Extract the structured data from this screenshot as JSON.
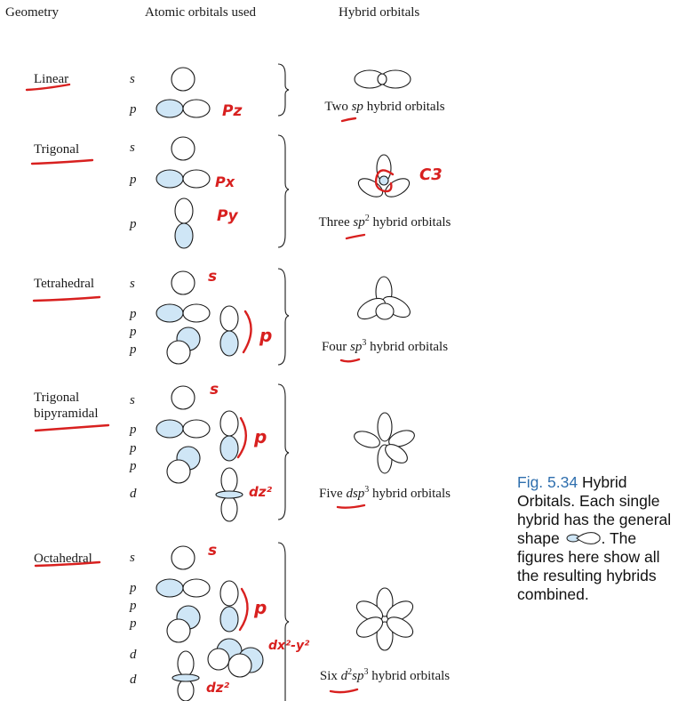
{
  "headers": {
    "geometry": "Geometry",
    "atomic": "Atomic orbitals used",
    "hybrid": "Hybrid orbitals"
  },
  "rows": [
    {
      "geometry": "Linear",
      "orbital_labels": [
        "s",
        "p"
      ],
      "hybrid": {
        "prefix": "Two ",
        "sym1": "sp",
        "sup1": "",
        "sym2": "",
        "sup2": "",
        "suffix": " hybrid orbitals"
      },
      "annotations": [
        "Pz"
      ]
    },
    {
      "geometry": "Trigonal",
      "orbital_labels": [
        "s",
        "p",
        "p"
      ],
      "hybrid": {
        "prefix": "Three ",
        "sym1": "sp",
        "sup1": "2",
        "sym2": "",
        "sup2": "",
        "suffix": " hybrid orbitals"
      },
      "annotations": [
        "Px",
        "Py",
        "C3"
      ]
    },
    {
      "geometry": "Tetrahedral",
      "orbital_labels": [
        "s",
        "p",
        "p",
        "p"
      ],
      "hybrid": {
        "prefix": "Four ",
        "sym1": "sp",
        "sup1": "3",
        "sym2": "",
        "sup2": "",
        "suffix": " hybrid orbitals"
      },
      "annotations": [
        "s",
        "p"
      ]
    },
    {
      "geometry_lines": [
        "Trigonal",
        "bipyramidal"
      ],
      "orbital_labels": [
        "s",
        "p",
        "p",
        "p",
        "d"
      ],
      "hybrid": {
        "prefix": "Five ",
        "sym1": "dsp",
        "sup1": "3",
        "sym2": "",
        "sup2": "",
        "suffix": " hybrid orbitals"
      },
      "annotations": [
        "s",
        "p",
        "dz²"
      ]
    },
    {
      "geometry": "Octahedral",
      "orbital_labels": [
        "s",
        "p",
        "p",
        "p",
        "d",
        "d"
      ],
      "hybrid": {
        "prefix": "Six ",
        "sym1": "d",
        "sup1": "2",
        "sym2": "sp",
        "sup2": "3",
        "suffix": " hybrid orbitals"
      },
      "annotations": [
        "s",
        "p",
        "dx²-y²",
        "dz²"
      ]
    }
  ],
  "caption": {
    "fig_number": "Fig. 5.34",
    "text_before_shape": " Hybrid Orbitals. Each single hybrid has the general shape ",
    "text_after_shape": ". The figures here show all the resulting hybrids combined."
  },
  "colors": {
    "orbital_fill": "#cfe6f6",
    "orbital_stroke": "#1a1a1a",
    "annotation_red": "#d8201f",
    "caption_blue": "#2f6fae"
  }
}
